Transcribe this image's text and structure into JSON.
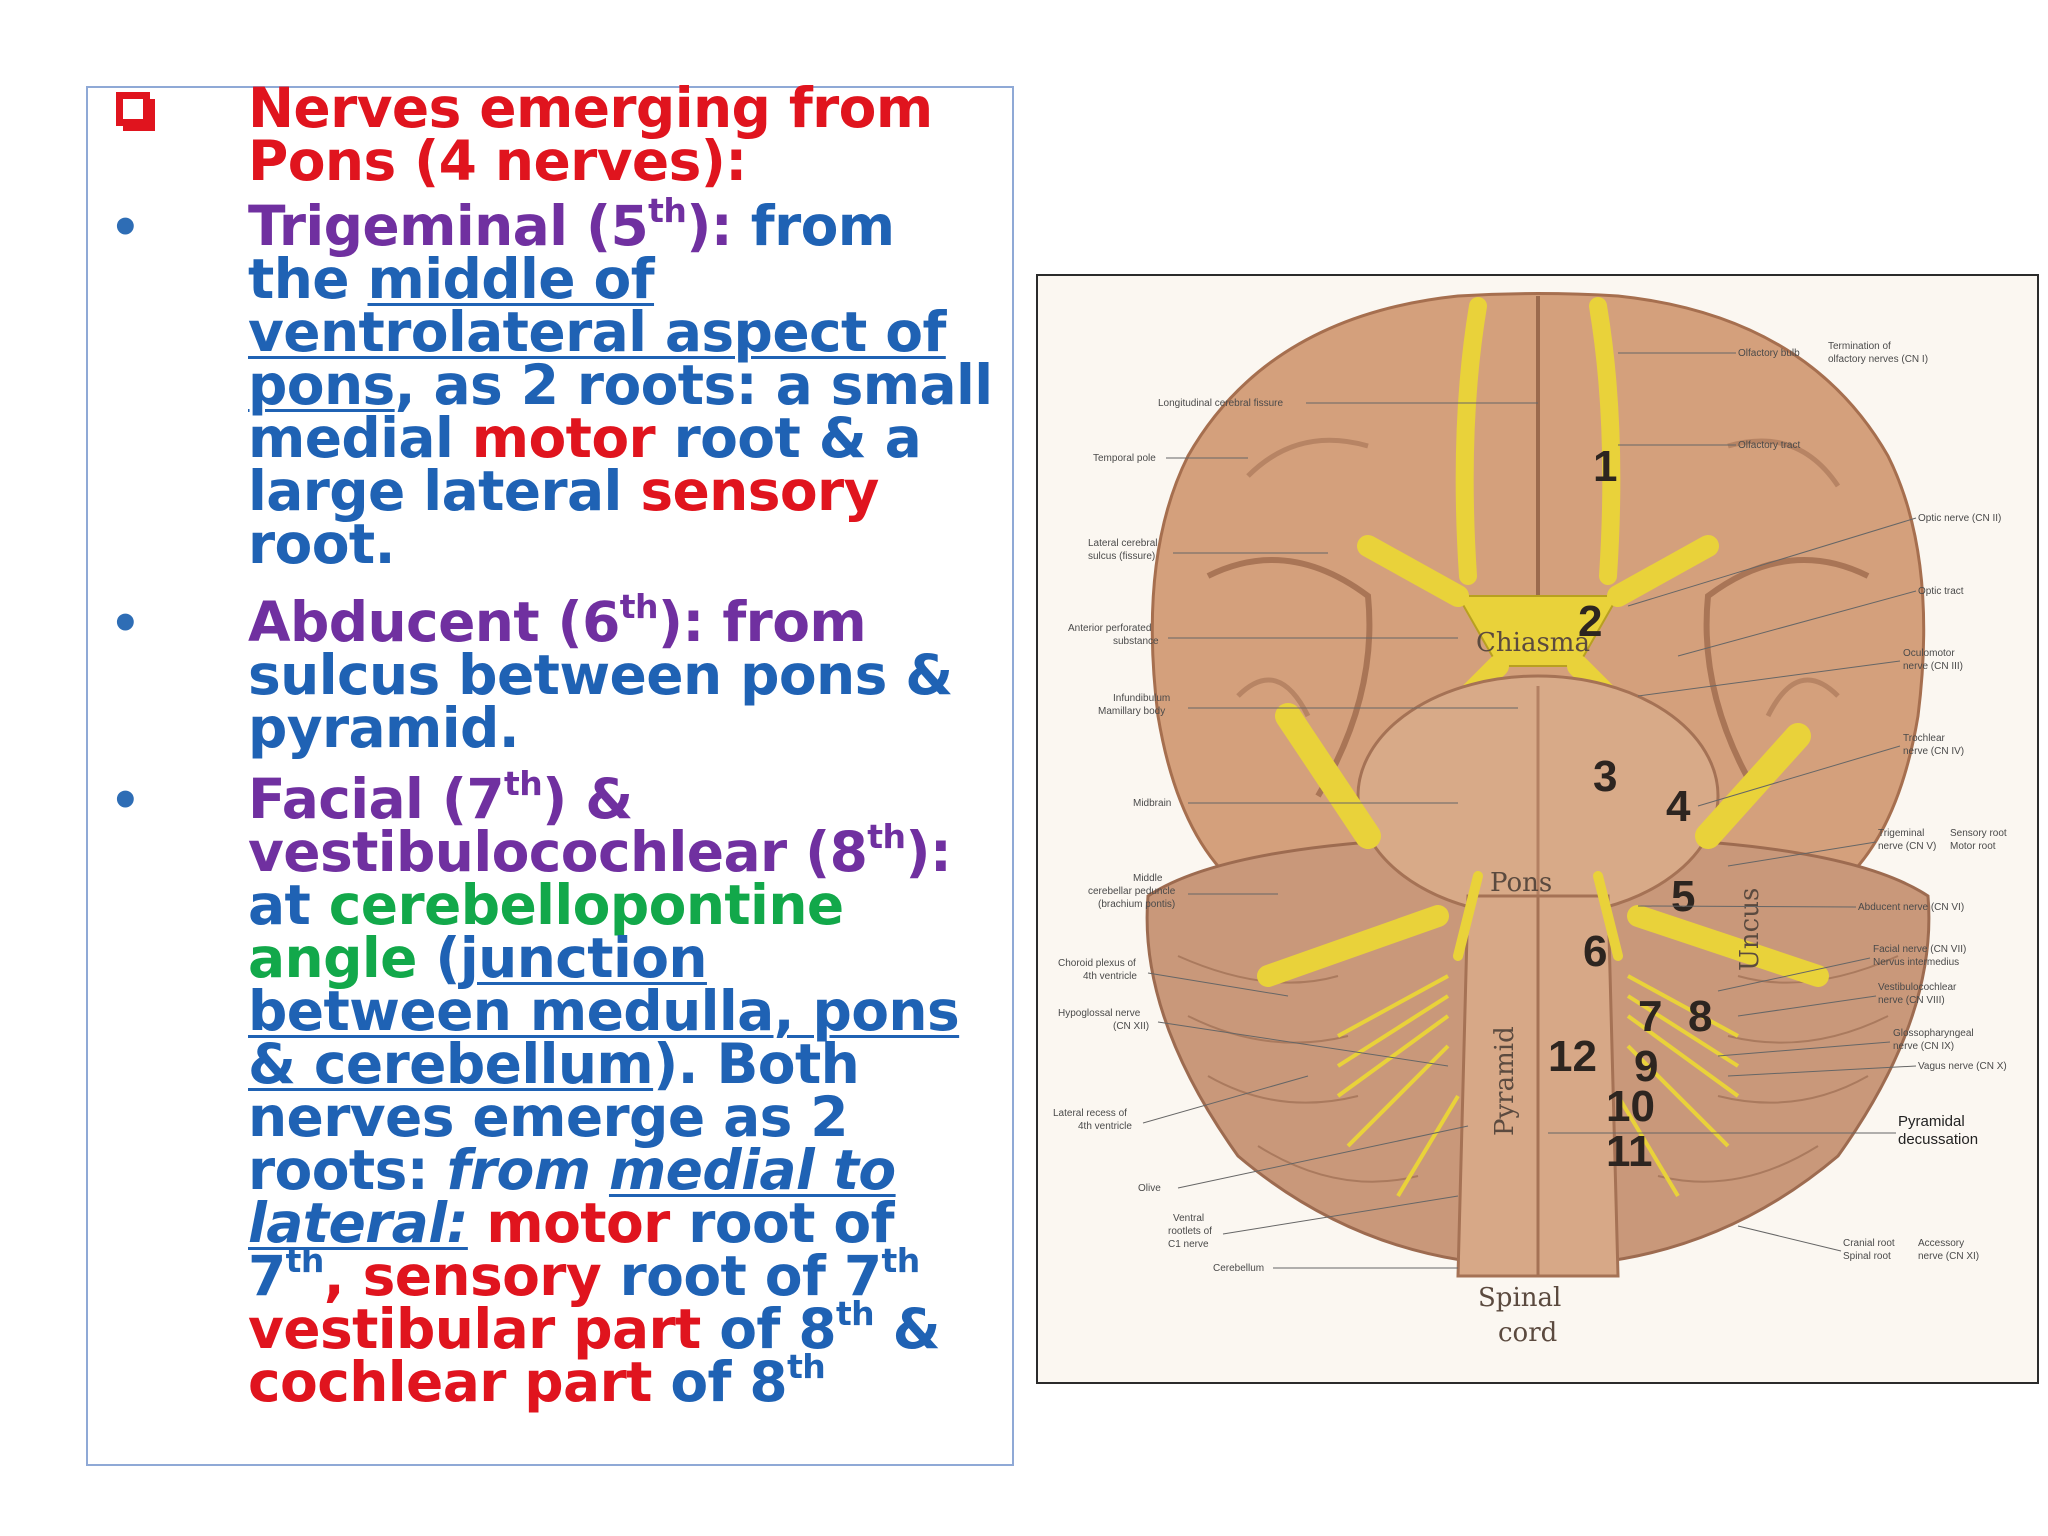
{
  "heading": {
    "line1": "Nerves emerging from",
    "line2": "Pons (4 nerves):"
  },
  "trigeminal": {
    "name": "Trigeminal (5",
    "sup": "th",
    "name_end": "):",
    "t1": " from",
    "t2": "the ",
    "t3": "middle of",
    "t4": "ventrolateral aspect of",
    "t5": "pons",
    "t6": ", as 2 roots: a small",
    "t7": "medial ",
    "motor": "motor",
    "t8": " root & a",
    "t9": "large lateral ",
    "sensory": "sensory",
    "t10": "root."
  },
  "abducent": {
    "name": "Abducent (6",
    "sup": "th",
    "name_end": "): from",
    "t1": "sulcus  between pons &",
    "t2": "pyramid."
  },
  "facial": {
    "name1": "Facial (7",
    "sup1": "th",
    "name1_end": ") &",
    "name2": "vestibulocochlear (8",
    "sup2": "th",
    "name2_end": "):",
    "t1": "at ",
    "green1": "cerebellopontine",
    "green2": "angle",
    "t2": " (",
    "t3": "junction",
    "t4": "between medulla, pons",
    "t5": "& cerebellum",
    "t6": "). Both",
    "t7": "nerves emerge as 2",
    "t8": "roots: ",
    "it1": "from ",
    "it2": "medial to",
    "it3": "lateral:",
    "motor": " motor",
    "t9": " root of",
    "seven1": "7",
    "sup3": "th",
    "comma": ", ",
    "sensory": "sensory",
    "t10": " root of 7",
    "sup4": "th",
    "vest": "vestibular part",
    "t11": " of 8",
    "sup5": "th",
    "amp": "  &",
    "coch": "cochlear part",
    "t12": " of 8",
    "sup6": "th"
  },
  "figure": {
    "numbers": [
      "1",
      "2",
      "3",
      "4",
      "5",
      "6",
      "7",
      "8",
      "9",
      "10",
      "11",
      "12"
    ],
    "regions": {
      "chiasma": "Chiasma",
      "uncus": "Uncus",
      "pons": "Pons",
      "pyramid": "Pyramid",
      "spinal": "Spinal",
      "cord": "cord"
    },
    "left_labels": [
      "Longitudinal cerebral fissure",
      "Temporal pole",
      "Lateral cerebral",
      "sulcus (fissure)",
      "Anterior perforated",
      "substance",
      "Infundibulum",
      "Mamillary body",
      "Midbrain",
      "Middle",
      "cerebellar peduncle",
      "(brachium pontis)",
      "Choroid plexus of",
      "4th ventricle",
      "Hypoglossal nerve",
      "(CN XII)",
      "Lateral recess of",
      "4th ventricle",
      "Olive",
      "Ventral",
      "rootlets of",
      "C1 nerve",
      "Cerebellum"
    ],
    "right_labels": [
      "Olfactory bulb",
      "Termination of",
      "olfactory nerves (CN I)",
      "Olfactory tract",
      "Optic nerve (CN II)",
      "Optic tract",
      "Oculomotor",
      "nerve (CN III)",
      "Trochlear",
      "nerve (CN IV)",
      "Trigeminal",
      "nerve (CN V)",
      "Sensory root",
      "Motor root",
      "Abducent nerve (CN VI)",
      "Facial nerve (CN VII)",
      "Nervus intermedius",
      "Vestibulocochlear",
      "nerve (CN VIII)",
      "Glossopharyngeal",
      "nerve (CN IX)",
      "Vagus nerve (CN X)",
      "Pyramidal",
      "decussation",
      "Cranial root",
      "Spinal root",
      "Accessory",
      "nerve (CN XI)"
    ]
  },
  "colors": {
    "red": "#e0141e",
    "blue": "#1f62b4",
    "purple": "#7030a0",
    "green": "#12a84a",
    "nerve": "#e9d23a"
  }
}
